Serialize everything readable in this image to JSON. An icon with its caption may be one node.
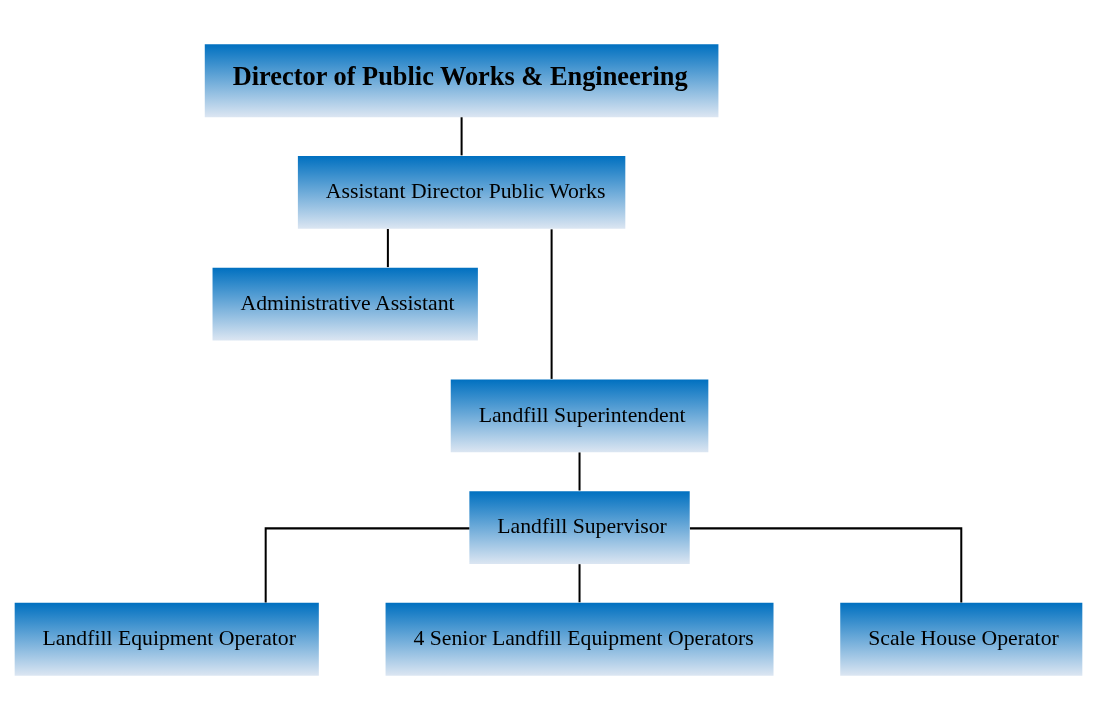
{
  "diagram": {
    "nodes": [
      {
        "text": [
          "Director of Public Works & Engineering"
        ]
      },
      {
        "text": [
          "Assistant Director Public Works"
        ]
      },
      {
        "text": [
          "Administrative Assistant"
        ]
      },
      {
        "text": [
          "Landfill Superintendent"
        ]
      },
      {
        "text": [
          "Landfill Supervisor"
        ]
      },
      {
        "text": [
          "Landfill Equipment Operator"
        ]
      },
      {
        "text": [
          "4 Senior Landfill Equipment Operators"
        ]
      },
      {
        "text": [
          "Scale House Operator"
        ]
      }
    ],
    "edges": [
      {
        "from": 0,
        "to": 1,
        "arrow": "none"
      },
      {
        "from": 1,
        "to": 2,
        "arrow": "none"
      },
      {
        "from": 1,
        "to": 3,
        "arrow": "none"
      },
      {
        "from": 3,
        "to": 4,
        "arrow": "none"
      },
      {
        "from": 4,
        "to": 5,
        "arrow": "none"
      },
      {
        "from": 4,
        "to": 6,
        "arrow": "none"
      },
      {
        "from": 4,
        "to": 7,
        "arrow": "none"
      }
    ]
  }
}
